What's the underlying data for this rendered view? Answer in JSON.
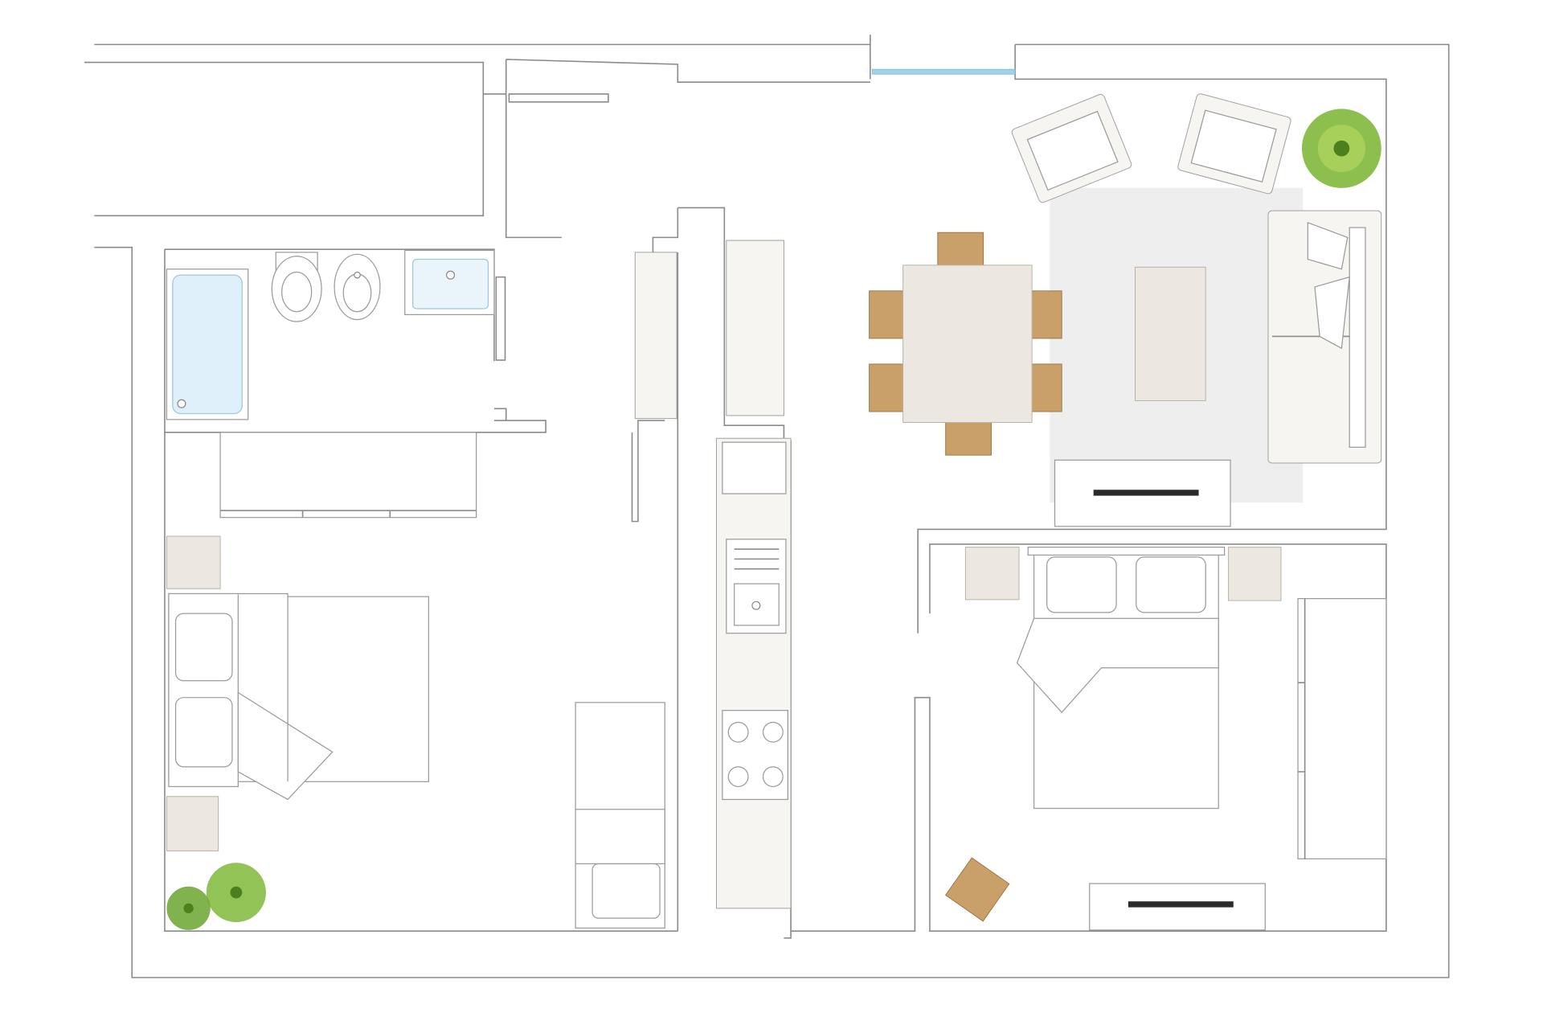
{
  "plan": {
    "rooms": [
      "bathroom",
      "bedroom-left",
      "kitchen",
      "living-dining",
      "bedroom-right"
    ],
    "colors": {
      "wall": "#8a8a8a",
      "window": "#9fd3ea",
      "rug": "#eeeeee",
      "wood_chair": "#c9a06a",
      "plant": "#6aa52f",
      "tv": "#2b2b2b",
      "bathtub_water": "#dff0fa"
    },
    "icons": [
      "bathtub-icon",
      "toilet-icon",
      "bidet-icon",
      "washbasin-icon",
      "bed-icon",
      "nightstand-icon",
      "plant-icon",
      "kitchen-sink-icon",
      "stove-icon",
      "dining-table-icon",
      "chair-icon",
      "armchair-icon",
      "sofa-icon",
      "coffee-table-icon",
      "tv-unit-icon",
      "wardrobe-icon",
      "stool-icon"
    ]
  }
}
